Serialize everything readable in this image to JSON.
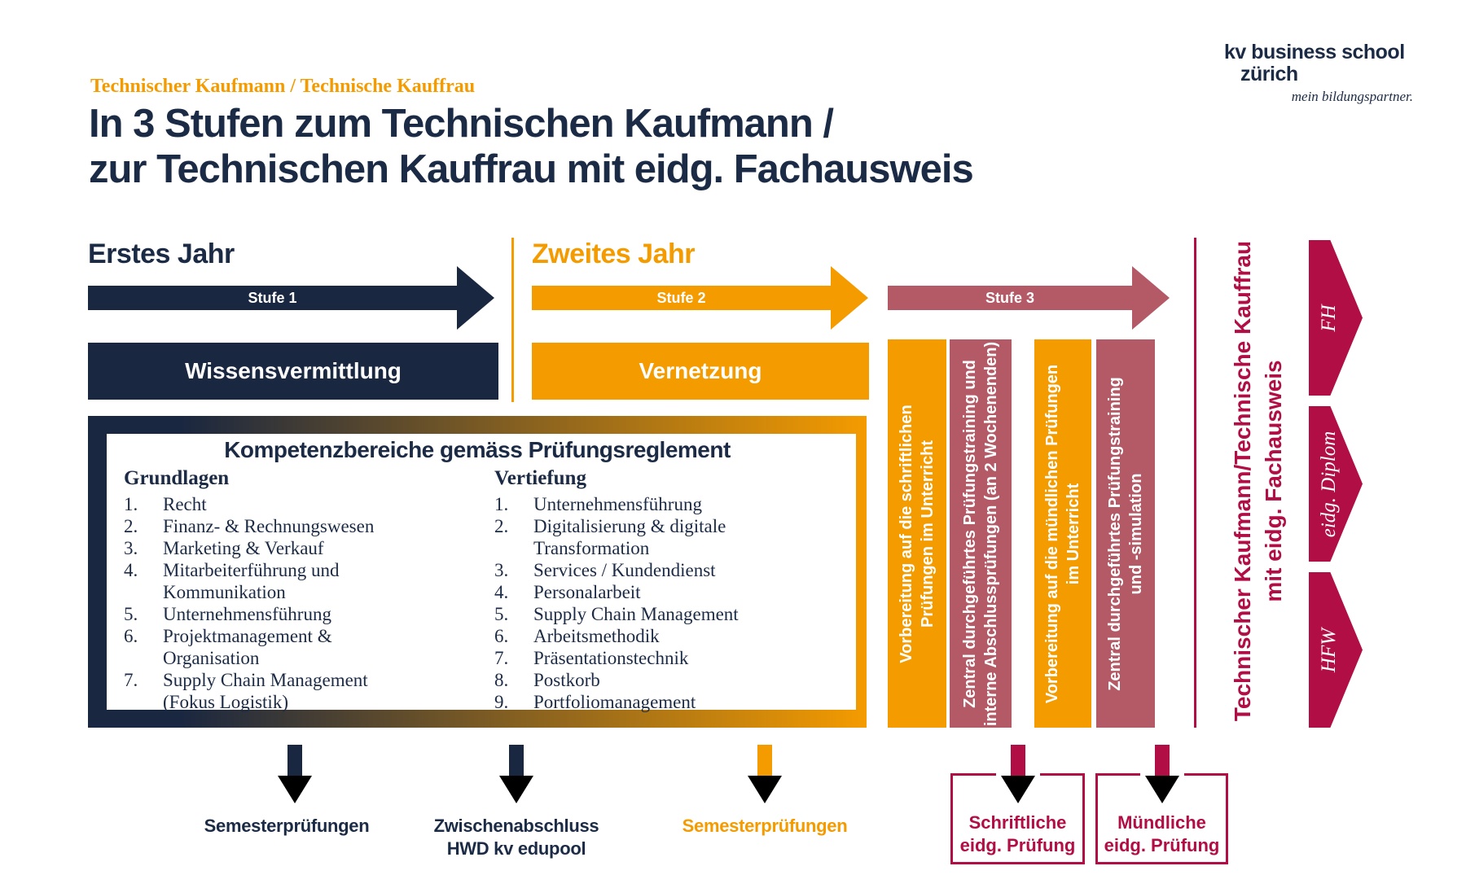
{
  "header": {
    "eyebrow": "Technischer Kaufmann / Technische Kauffrau",
    "title": "In 3 Stufen zum Technischen Kaufmann /\nzur Technischen Kauffrau mit eidg. Fachausweis"
  },
  "logo": {
    "line1": "kv business school",
    "line2": "zürich",
    "tagline": "mein bildungspartner."
  },
  "years": {
    "first": "Erstes Jahr",
    "second": "Zweites Jahr"
  },
  "stages": [
    {
      "label": "Stufe 1"
    },
    {
      "label": "Stufe 2"
    },
    {
      "label": "Stufe 3"
    }
  ],
  "phases": [
    {
      "label": "Wissensvermittlung"
    },
    {
      "label": "Vernetzung"
    }
  ],
  "competence_box": {
    "title": "Kompetenzbereiche gemäss Prüfungsreglement",
    "columns": [
      {
        "heading": "Grundlagen",
        "items": [
          {
            "n": "1.",
            "t": "Recht"
          },
          {
            "n": "2.",
            "t": "Finanz- & Rechnungswesen"
          },
          {
            "n": "3.",
            "t": "Marketing & Verkauf"
          },
          {
            "n": "4.",
            "t": "Mitarbeiterführung und\nKommunikation"
          },
          {
            "n": "5.",
            "t": "Unternehmensführung"
          },
          {
            "n": "6.",
            "t": "Projektmanagement &\nOrganisation"
          },
          {
            "n": "7.",
            "t": "Supply Chain Management\n(Fokus Logistik)"
          }
        ]
      },
      {
        "heading": "Vertiefung",
        "items": [
          {
            "n": "1.",
            "t": "Unternehmensführung"
          },
          {
            "n": "2.",
            "t": "Digitalisierung & digitale\nTransformation"
          },
          {
            "n": "3.",
            "t": "Services / Kundendienst"
          },
          {
            "n": "4.",
            "t": "Personalarbeit"
          },
          {
            "n": "5.",
            "t": "Supply Chain Management"
          },
          {
            "n": "6.",
            "t": "Arbeitsmethodik"
          },
          {
            "n": "7.",
            "t": "Präsentationstechnik"
          },
          {
            "n": "8.",
            "t": "Postkorb"
          },
          {
            "n": "9.",
            "t": "Portfoliomanagement"
          }
        ]
      }
    ]
  },
  "vertical_bars": [
    {
      "text": "Vorbereitung auf die schriftlichen\nPrüfungen im Unterricht",
      "color": "#F49B00"
    },
    {
      "text": "Zentral durchgeführtes Prüfungstraining und\ninterne Abschlussprüfungen (an 2 Wochenenden)",
      "color": "#B45A66"
    },
    {
      "text": "Vorbereitung auf die mündlichen Prüfungen\nim Unterricht",
      "color": "#F49B00"
    },
    {
      "text": "Zentral durchgeführtes Prüfungstraining\nund -simulation",
      "color": "#B45A66"
    }
  ],
  "right_rail": {
    "title": "Technischer Kaufmann/Technische Kauffrau\nmit eidg. Fachausweis",
    "badges": [
      {
        "label": "FH"
      },
      {
        "label": "eidg. Diplom"
      },
      {
        "label": "HFW"
      }
    ]
  },
  "bottom": {
    "labels": [
      {
        "text": "Semesterprüfungen"
      },
      {
        "text": "Zwischenabschluss\nHWD kv edupool"
      },
      {
        "text": "Semesterprüfungen"
      }
    ],
    "exam_boxes": [
      {
        "text": "Schriftliche\neidg. Prüfung"
      },
      {
        "text": "Mündliche\neidg. Prüfung"
      }
    ]
  },
  "colors": {
    "navy": "#1A2740",
    "navy_text": "#1C2B45",
    "orange": "#F49B00",
    "rose": "#B45A66",
    "crimson": "#B10E45"
  }
}
